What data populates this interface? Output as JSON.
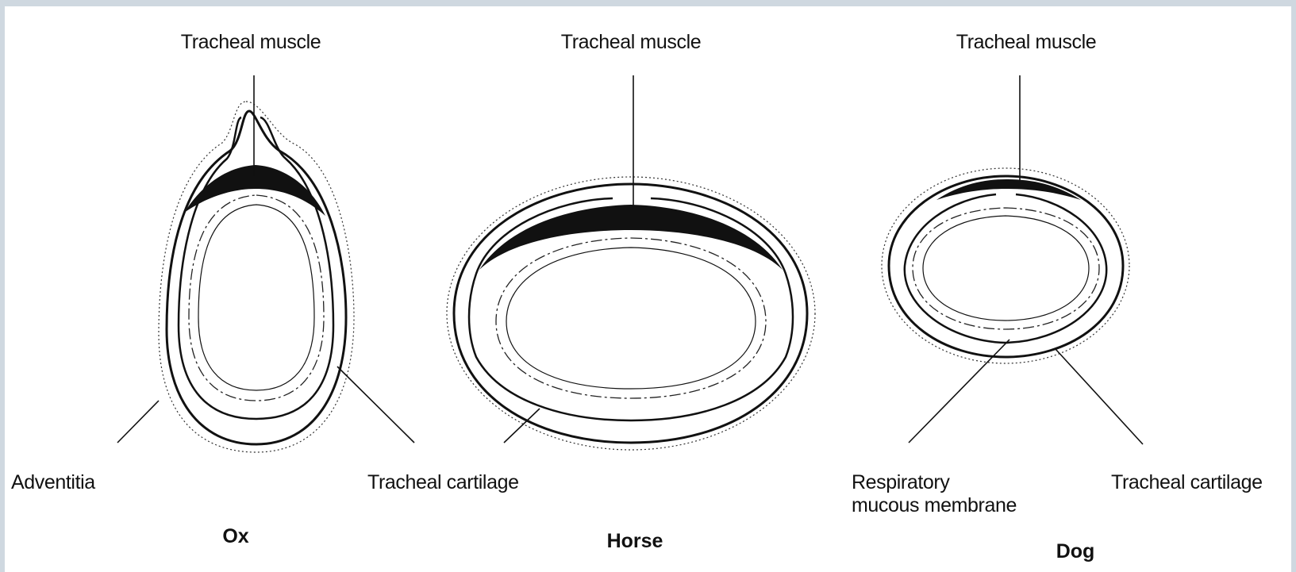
{
  "colors": {
    "background": "#cfd8e0",
    "panel": "#ffffff",
    "ink": "#111111"
  },
  "labels": {
    "ox_muscle": "Tracheal muscle",
    "horse_muscle": "Tracheal muscle",
    "dog_muscle": "Tracheal muscle",
    "adventitia": "Adventitia",
    "tracheal_cartilage_middle": "Tracheal cartilage",
    "respiratory_line1": "Respiratory",
    "respiratory_line2": "mucous membrane",
    "tracheal_cartilage_right": "Tracheal cartilage"
  },
  "species": {
    "ox": "Ox",
    "horse": "Horse",
    "dog": "Dog"
  }
}
